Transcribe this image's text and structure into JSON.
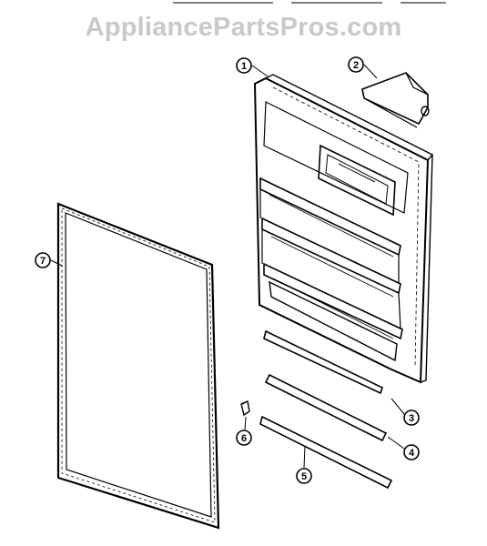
{
  "watermark": "AppliancePartsPros.com",
  "callouts": [
    "1",
    "2",
    "3",
    "4",
    "5",
    "6",
    "7"
  ]
}
